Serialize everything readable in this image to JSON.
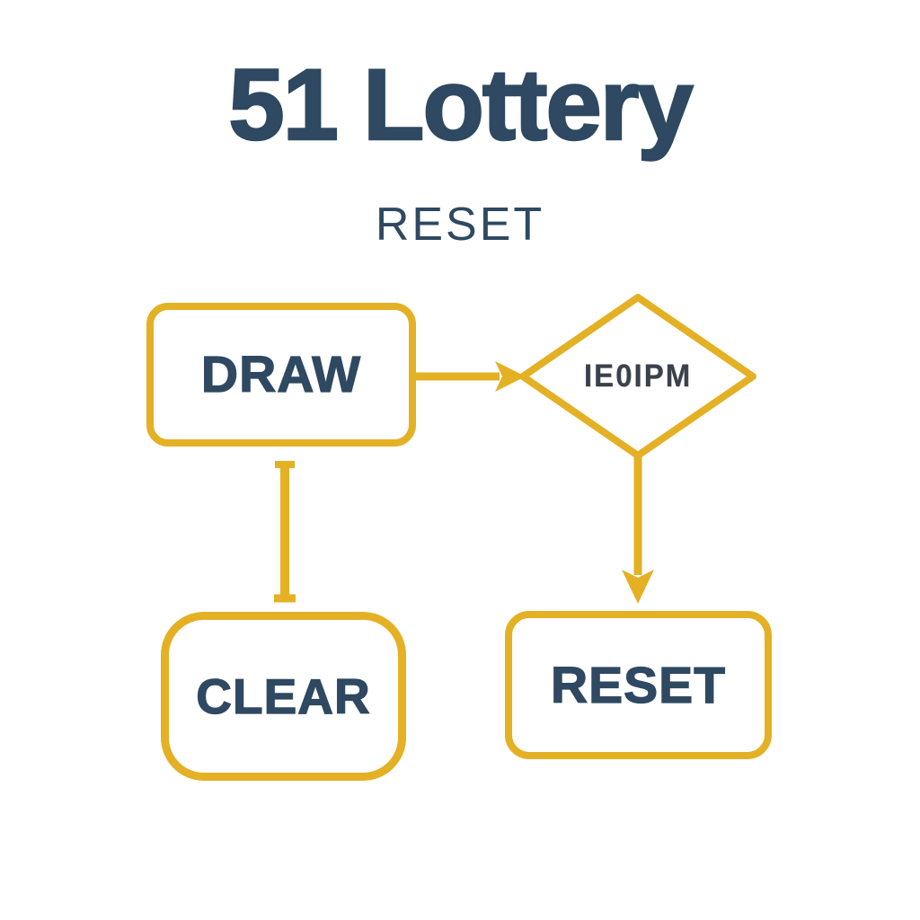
{
  "header": {
    "title": "51 Lottery",
    "subtitle": "RESET"
  },
  "colors": {
    "background": "#ffffff",
    "accent_yellow": "#E4B024",
    "text_dark_blue": "#2E4961",
    "diamond_text_color": "#3A414D"
  },
  "flowchart": {
    "nodes": [
      {
        "id": "draw",
        "type": "rounded-rect",
        "label": "DRAW"
      },
      {
        "id": "decision",
        "type": "diamond",
        "label": "IE0IPM"
      },
      {
        "id": "clear",
        "type": "rounded-rect",
        "label": "CLEAR"
      },
      {
        "id": "reset",
        "type": "rounded-rect",
        "label": "RESET"
      }
    ],
    "connectors": [
      {
        "from": "draw",
        "to": "decision",
        "style": "arrow-right"
      },
      {
        "from": "decision",
        "to": "reset",
        "style": "arrow-down"
      },
      {
        "from": "draw",
        "to": "clear",
        "style": "line-with-end-caps"
      }
    ]
  }
}
